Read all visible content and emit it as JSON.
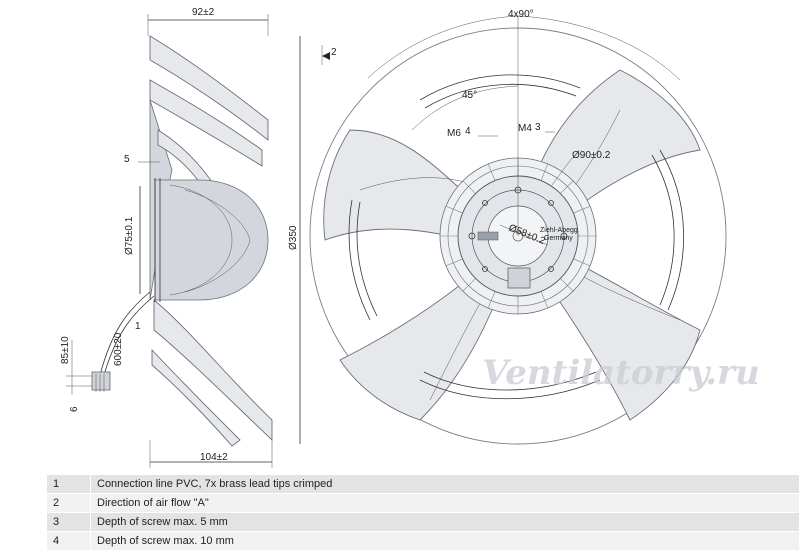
{
  "drawing": {
    "dimensions": {
      "width_top": "92±2",
      "width_bottom": "104±2",
      "overall_diameter": "Ø350",
      "shaft_diameter": "Ø75±0.1",
      "cable_length": "600±20",
      "cable_end": "85±10",
      "offset_5": "5",
      "offset_6": "6",
      "callout_1": "1",
      "callout_2": "2",
      "callout_3": "3",
      "callout_4": "4",
      "blade_spacing": "4x90°",
      "angle": "45°",
      "thread_m6": "M6",
      "thread_m4": "M4",
      "bolt_circle_90": "Ø90±0.2",
      "bolt_circle_58": "Ø58±0.2"
    },
    "hub_label": {
      "line1": "Ziehl-Abegg",
      "line2": "Germany"
    },
    "watermark": "Ventilatorry.ru"
  },
  "notes": [
    {
      "num": "1",
      "text": "Connection line PVC, 7x brass lead tips crimped"
    },
    {
      "num": "2",
      "text": "Direction of air flow \"A\""
    },
    {
      "num": "3",
      "text": "Depth of screw max. 5 mm"
    },
    {
      "num": "4",
      "text": "Depth of screw max. 10 mm"
    }
  ]
}
